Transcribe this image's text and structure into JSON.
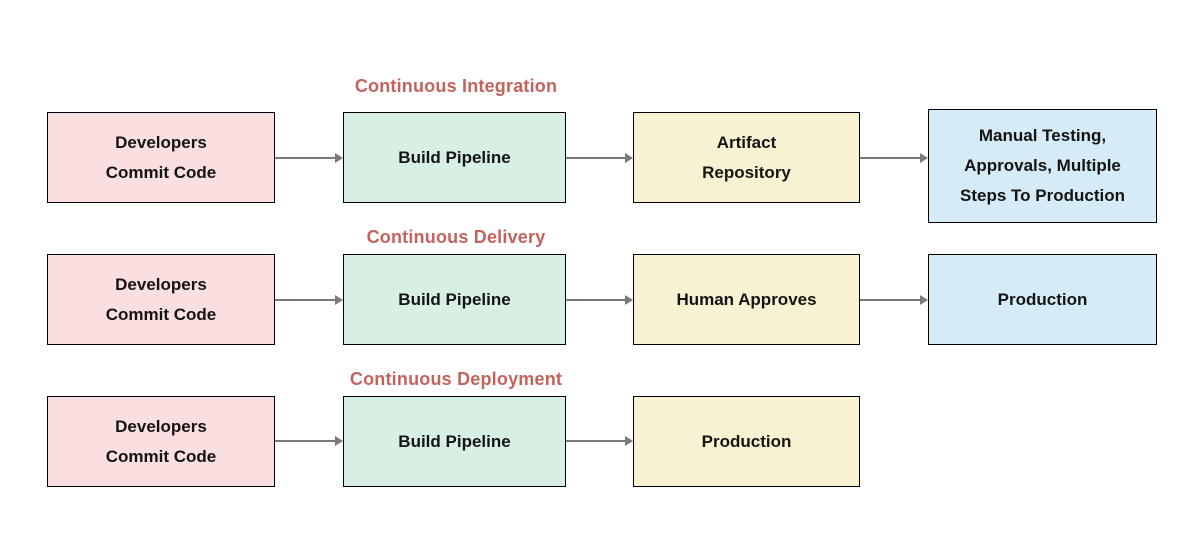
{
  "diagram": {
    "background": "#ffffff",
    "title_color": "#c4635e",
    "arrow_color": "#7a7a7a",
    "border_color": "#000000",
    "text_color": "#141414",
    "colors": {
      "pink": "#f9dfdf",
      "green": "#d8efe4",
      "yellow": "#f9f2d2",
      "blue": "#d5ebf5"
    },
    "rows": [
      {
        "title": "Continuous Integration",
        "boxes": [
          {
            "label": "Developers Commit Code",
            "lines": [
              "Developers",
              "Commit Code"
            ],
            "color": "pink"
          },
          {
            "label": "Build Pipeline",
            "lines": [
              "Build Pipeline"
            ],
            "color": "green"
          },
          {
            "label": "Artifact Repository",
            "lines": [
              "Artifact",
              "Repository"
            ],
            "color": "yellow"
          },
          {
            "label": "Manual Testing, Approvals, Multiple Steps To Production",
            "lines": [
              "Manual Testing,",
              "Approvals, Multiple",
              "Steps To Production"
            ],
            "color": "blue"
          }
        ]
      },
      {
        "title": "Continuous Delivery",
        "boxes": [
          {
            "label": "Developers Commit Code",
            "lines": [
              "Developers",
              "Commit Code"
            ],
            "color": "pink"
          },
          {
            "label": "Build Pipeline",
            "lines": [
              "Build Pipeline"
            ],
            "color": "green"
          },
          {
            "label": "Human Approves",
            "lines": [
              "Human Approves"
            ],
            "color": "yellow"
          },
          {
            "label": "Production",
            "lines": [
              "Production"
            ],
            "color": "blue"
          }
        ]
      },
      {
        "title": "Continuous Deployment",
        "boxes": [
          {
            "label": "Developers Commit Code",
            "lines": [
              "Developers",
              "Commit Code"
            ],
            "color": "pink"
          },
          {
            "label": "Build Pipeline",
            "lines": [
              "Build Pipeline"
            ],
            "color": "green"
          },
          {
            "label": "Production",
            "lines": [
              "Production"
            ],
            "color": "yellow"
          }
        ]
      }
    ]
  }
}
